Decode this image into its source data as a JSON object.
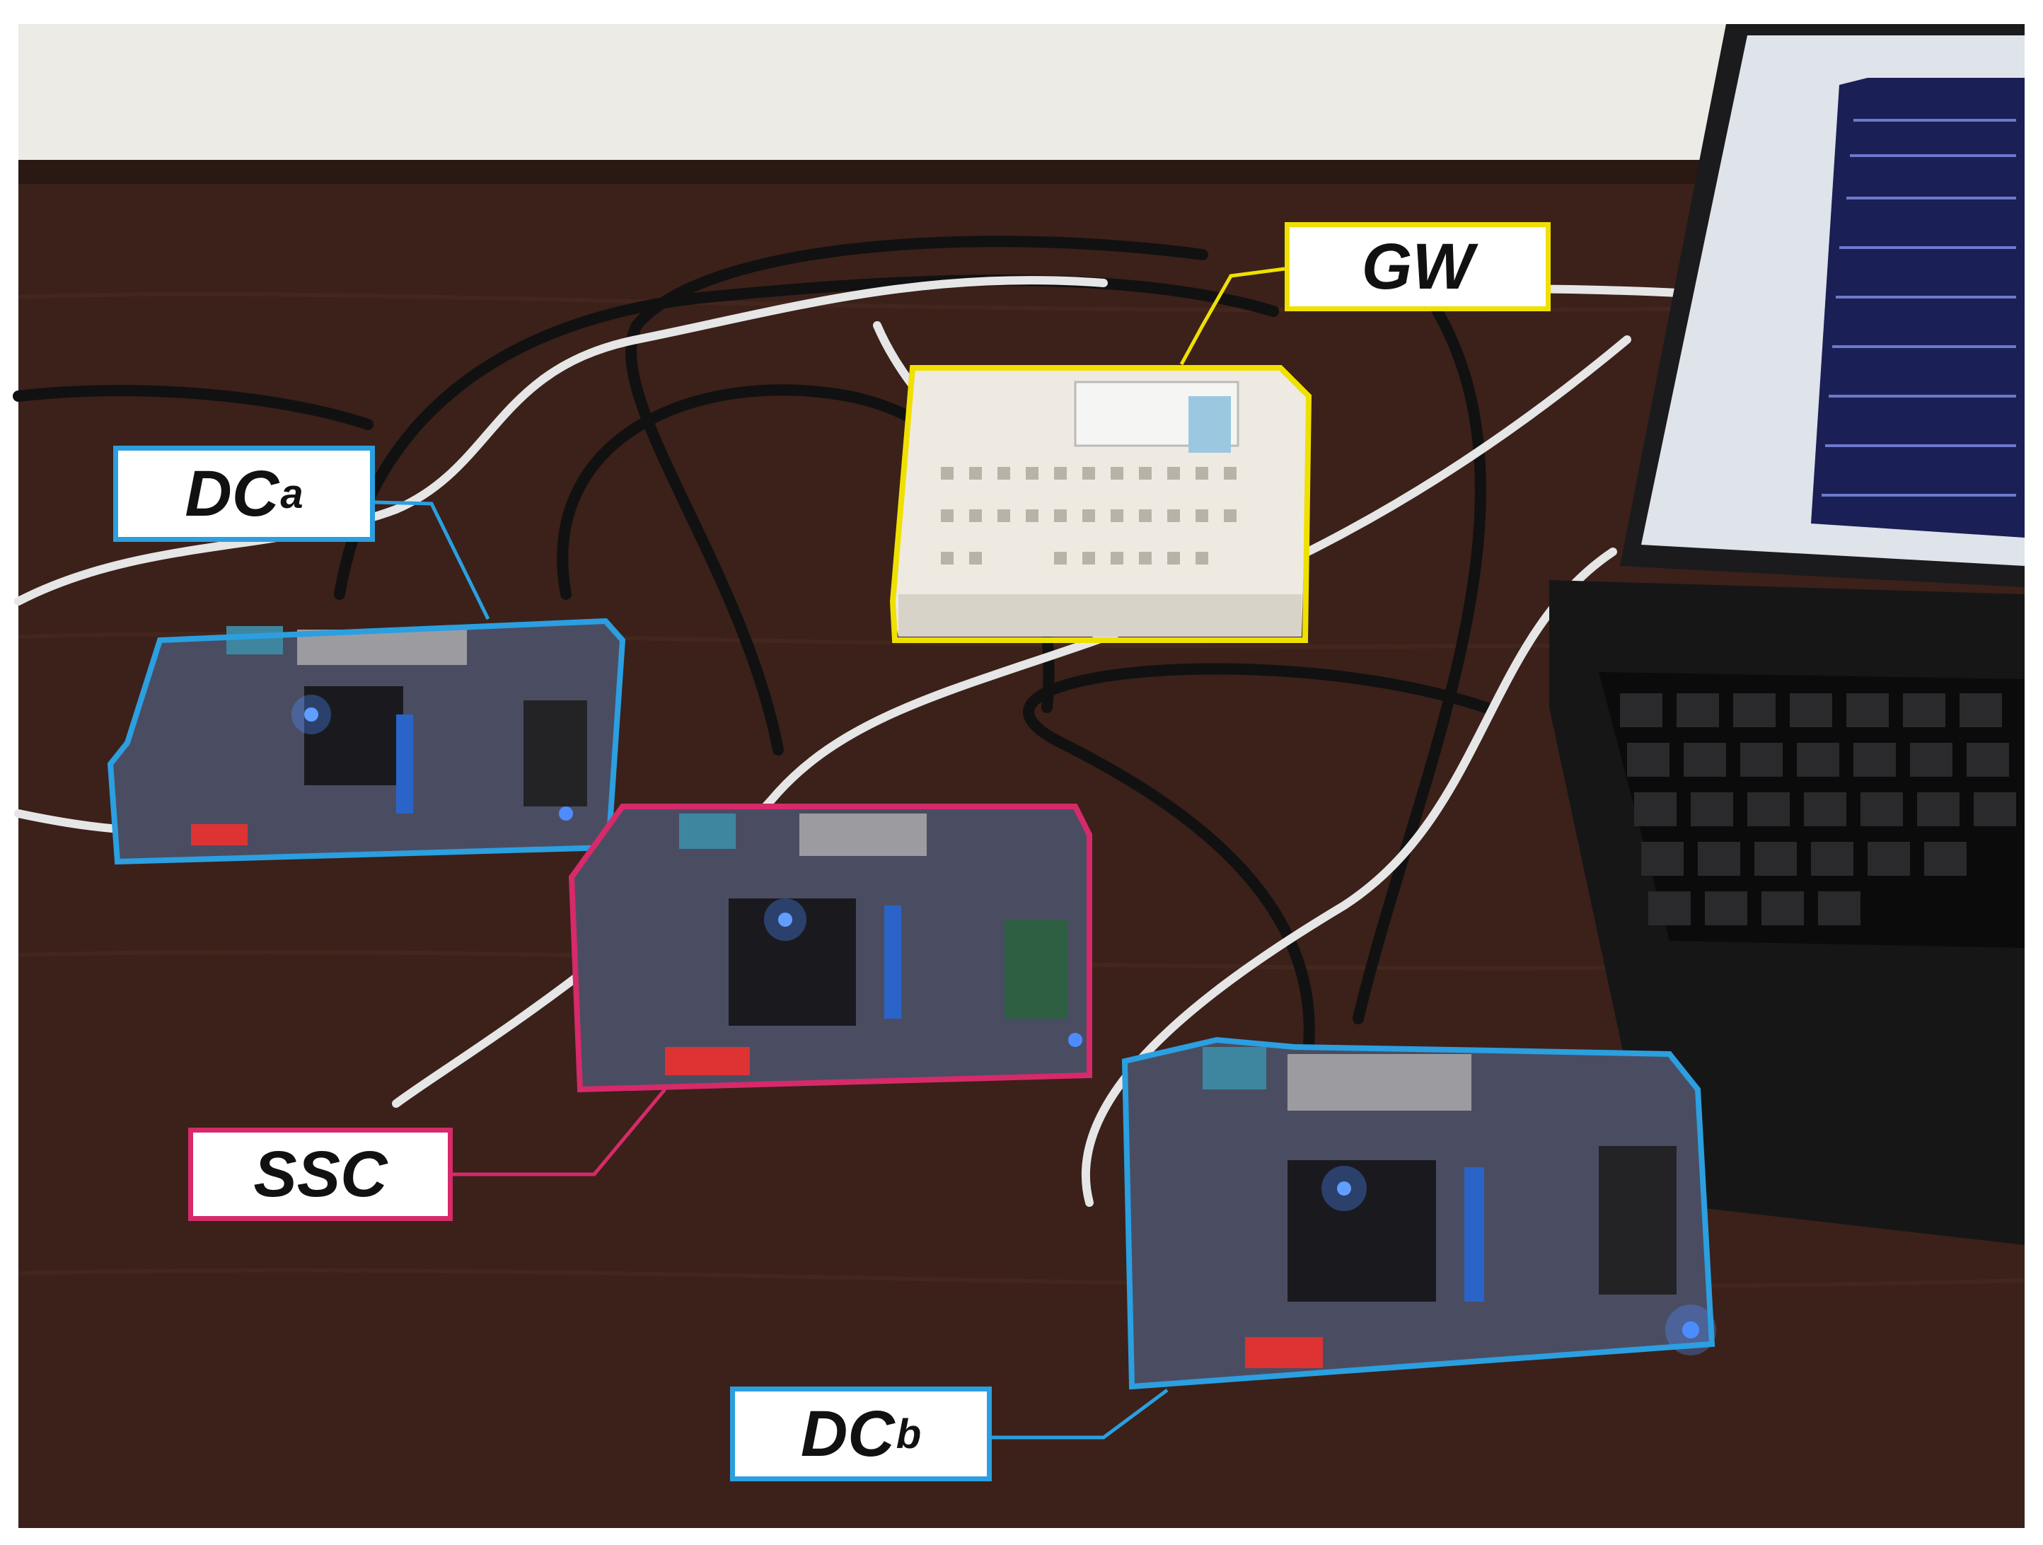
{
  "labels": {
    "gw": "GW",
    "dca_main": "DC",
    "dca_sub": "a",
    "ssc": "SSC",
    "dcb_main": "DC",
    "dcb_sub": "b"
  },
  "colors": {
    "gateway_highlight": "#f0e000",
    "data_collector_highlight": "#2b9fe0",
    "ssc_highlight": "#d62a6a",
    "table": "#3a1f18",
    "wall": "#ecebe6"
  }
}
